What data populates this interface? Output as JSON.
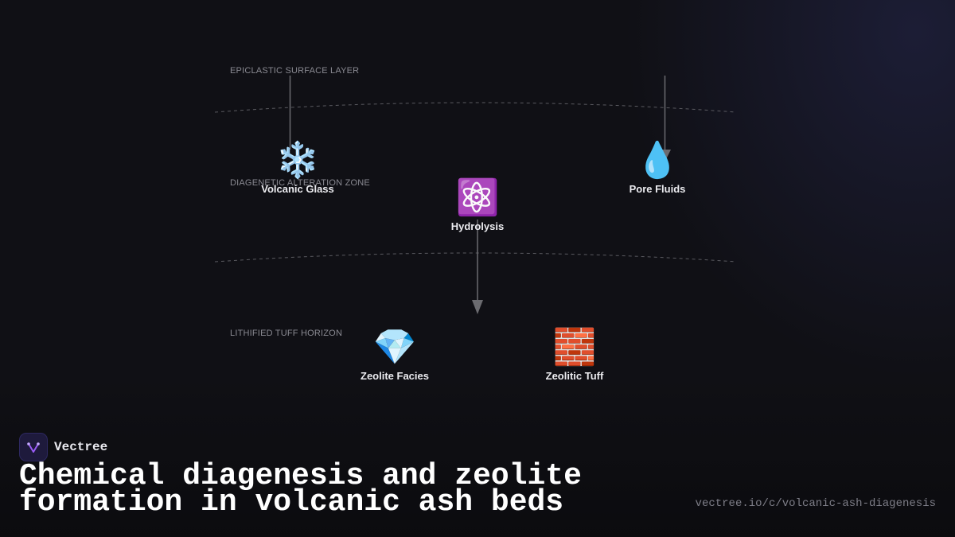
{
  "diagram": {
    "zones": [
      {
        "label": "EPICLASTIC SURFACE LAYER"
      },
      {
        "label": "DIAGENETIC ALTERATION ZONE"
      },
      {
        "label": "LITHIFIED TUFF HORIZON"
      }
    ],
    "nodes": [
      {
        "label": "Volcanic Glass",
        "icon": "❄️",
        "icon_name": "snowflake-icon"
      },
      {
        "label": "Pore Fluids",
        "icon": "💧",
        "icon_name": "droplet-icon"
      },
      {
        "label": "Hydrolysis",
        "icon": "⚛️",
        "icon_name": "atom-icon"
      },
      {
        "label": "Zeolite Facies",
        "icon": "💎",
        "icon_name": "gem-icon"
      },
      {
        "label": "Zeolitic Tuff",
        "icon": "🧱",
        "icon_name": "brick-icon"
      }
    ],
    "connector_color": "#6b6b70",
    "boundary_color": "#5a5a60"
  },
  "brand": {
    "name": "Vectree",
    "accent": "#9b5cf6"
  },
  "title": "Chemical diagenesis and zeolite formation in volcanic ash beds",
  "url": "vectree.io/c/volcanic-ash-diagenesis"
}
